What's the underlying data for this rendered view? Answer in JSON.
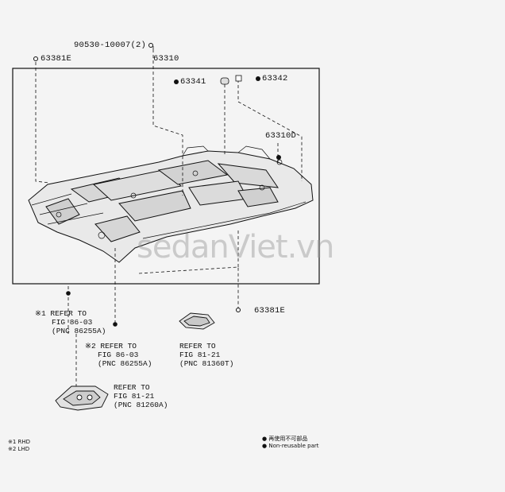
{
  "parts": {
    "clip": "90530-10007(2)",
    "clip_front": "63381E",
    "headliner": "63310",
    "cap_1": "63341",
    "cap_2": "63342",
    "pad": "63310D",
    "clip_rear": "63381E"
  },
  "refs": {
    "ref_1": {
      "prefix": "※1",
      "line1": "REFER TO",
      "line2": "FIG 86-03",
      "line3": "(PNC 86255A)"
    },
    "ref_2": {
      "prefix": "※2",
      "line1": "REFER TO",
      "line2": "FIG 86-03",
      "line3": "(PNC 86255A)"
    },
    "ref_3": {
      "line1": "REFER TO",
      "line2": "FIG 81-21",
      "line3": "(PNC 81360T)"
    },
    "ref_4": {
      "line1": "REFER TO",
      "line2": "FIG 81-21",
      "line3": "(PNC 81260A)"
    }
  },
  "notes": {
    "rhd": "※1 RHD",
    "lhd": "※2 LHD",
    "legend_cn": "● 再使用不可部品",
    "legend_en": "● Non-reusable part"
  },
  "watermark": "sedanViet.vn",
  "colors": {
    "ink": "#111111",
    "paper": "#f4f4f4",
    "watermark": "#969696"
  }
}
